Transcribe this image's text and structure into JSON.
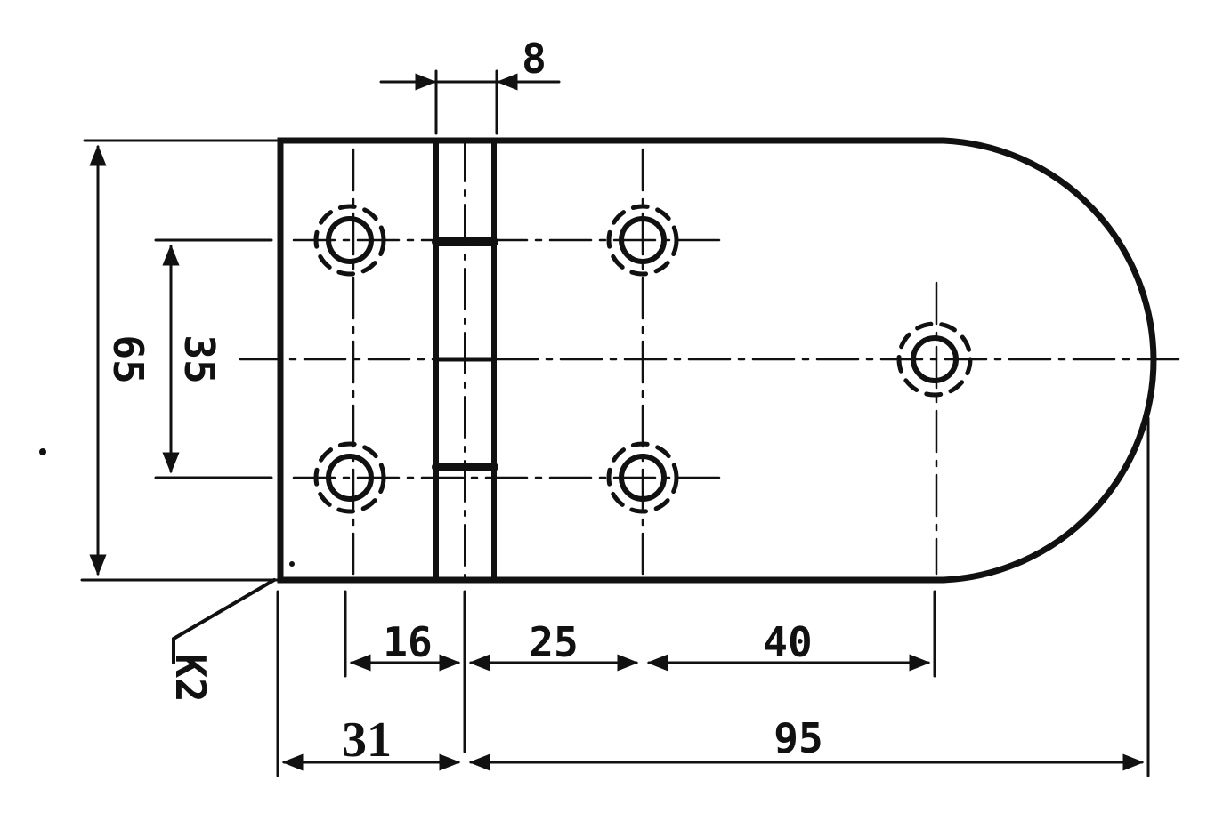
{
  "dimensions": {
    "gap_width": "8",
    "overall_height": "65",
    "hole_spacing_vertical": "35",
    "offset_16": "16",
    "spacing_25": "25",
    "spacing_40": "40",
    "left_leaf_width": "31",
    "right_leaf_width": "95",
    "corner_label": "K2"
  }
}
